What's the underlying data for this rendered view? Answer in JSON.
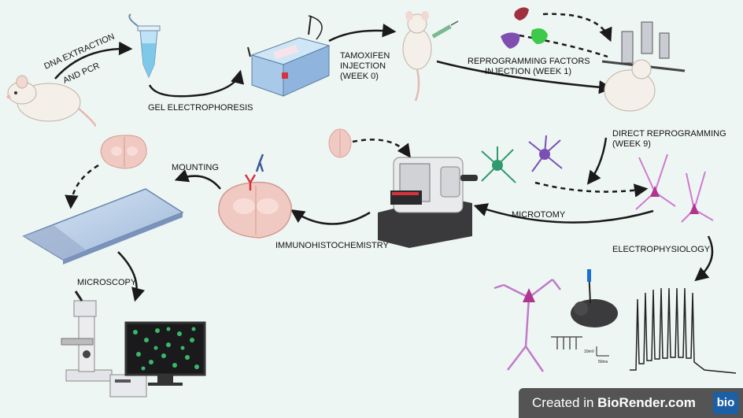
{
  "labels": {
    "dna_extraction": "DNA EXTRACTION",
    "and_pcr": "AND PCR",
    "gel_electrophoresis": "GEL ELECTROPHORESIS",
    "tamoxifen_line1": "TAMOXIFEN",
    "tamoxifen_line2": "INJECTION",
    "tamoxifen_line3": "(WEEK 0)",
    "reprogramming_line1": "REPROGRAMMING FACTORS",
    "reprogramming_line2": "INJECTION (WEEK 1)",
    "direct_line1": "DIRECT REPROGRAMMING",
    "direct_line2": "(WEEK 9)",
    "mounting": "MOUNTING",
    "microtomy": "MICROTOMY",
    "immunohistochemistry": "IMMUNOHISTOCHEMISTRY",
    "electrophysiology": "ELECTROPHYSIOLOGY",
    "microscopy": "MICROSCOPY",
    "scale_mv": "10mV",
    "scale_ms": "50ms"
  },
  "badge": {
    "created_in": "Created in",
    "site": "BioRender.com",
    "logo": "bio"
  },
  "colors": {
    "background": "#eef6f4",
    "mouse": "#f4efe8",
    "brain": "#f0c9c2",
    "neuron_magenta": "#b46fb4",
    "neuron_green": "#2f9a6e",
    "neuron_purple": "#7b4fb4",
    "arrow": "#1a1a1a",
    "badge_bg": "#545454",
    "badge_logo": "#1b5fa6"
  }
}
